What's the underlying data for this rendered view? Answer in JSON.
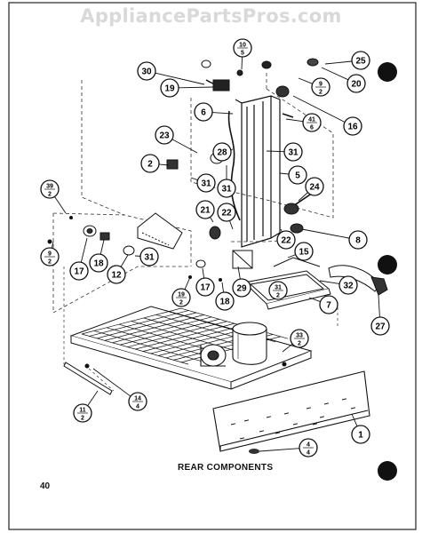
{
  "watermark": "AppliancePartsPros.com",
  "caption": "REAR COMPONENTS",
  "page_number": "40",
  "callouts": {
    "c25": {
      "top": "25"
    },
    "c20": {
      "top": "20"
    },
    "c9a": {
      "top": "9",
      "bottom": "2"
    },
    "c16": {
      "top": "16"
    },
    "c10b": {
      "top": "10",
      "bottom": "5"
    },
    "c30": {
      "top": "30"
    },
    "c19": {
      "top": "19"
    },
    "c6": {
      "top": "6"
    },
    "c41": {
      "top": "41",
      "bottom": "6"
    },
    "c23": {
      "top": "23"
    },
    "c28": {
      "top": "28"
    },
    "c31a": {
      "top": "31"
    },
    "c2": {
      "top": "2"
    },
    "c31b": {
      "top": "31"
    },
    "c31c": {
      "top": "31"
    },
    "c5": {
      "top": "5"
    },
    "c24": {
      "top": "24"
    },
    "c39": {
      "top": "39",
      "bottom": "2"
    },
    "c21": {
      "top": "21"
    },
    "c22a": {
      "top": "22"
    },
    "c22b": {
      "top": "22"
    },
    "c8": {
      "top": "8"
    },
    "c9b": {
      "top": "9",
      "bottom": "2"
    },
    "c17a": {
      "top": "17"
    },
    "c18a": {
      "top": "18"
    },
    "c12": {
      "top": "12"
    },
    "c31d": {
      "top": "31"
    },
    "c15": {
      "top": "15"
    },
    "c29": {
      "top": "29"
    },
    "c31e": {
      "top": "31",
      "bottom": "2"
    },
    "c32": {
      "top": "32"
    },
    "c7": {
      "top": "7"
    },
    "c27": {
      "top": "27"
    },
    "c19b": {
      "top": "19",
      "bottom": "2"
    },
    "c17b": {
      "top": "17"
    },
    "c18b": {
      "top": "18"
    },
    "c33": {
      "top": "33",
      "bottom": "2"
    },
    "c14": {
      "top": "14",
      "bottom": "4"
    },
    "c11": {
      "top": "11",
      "bottom": "2"
    },
    "c1": {
      "top": "1"
    },
    "c4": {
      "top": "4",
      "bottom": "4"
    }
  }
}
